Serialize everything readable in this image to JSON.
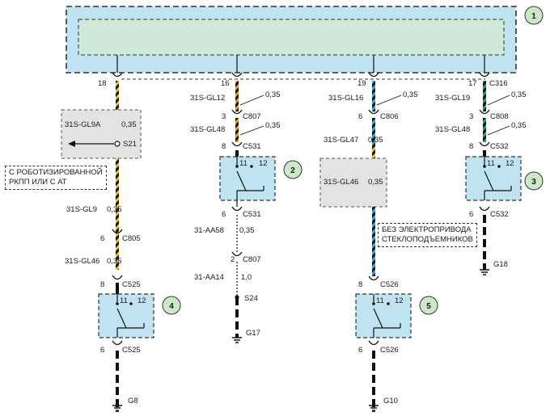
{
  "module": {
    "number": "1",
    "pins": [
      "18",
      "16",
      "19",
      "17"
    ],
    "connector": "C316"
  },
  "notes": {
    "robotized": [
      "С РОБОТИЗИРОВАННОЙ",
      "РКПП ИЛИ С АТ"
    ],
    "no_power_windows": [
      "БЕЗ ЭЛЕКТРОПРИВОДА",
      "СТЕКЛОПОДЪЕМНИКОВ"
    ]
  },
  "column1": {
    "wire1": "31S-GL9A",
    "size1": "0,35",
    "splice": "S21",
    "wire2": "31S-GL9",
    "size2": "0,35",
    "pin_c805": "6",
    "c805": "C805",
    "wire3": "31S-GL46",
    "size3": "0,35",
    "pin_c525a": "8",
    "c525a": "C525",
    "switch_number": "4",
    "t11": "11",
    "t12": "12",
    "pin_c525b": "6",
    "c525b": "C525",
    "ground": "G8"
  },
  "column2": {
    "wire1": "31S-GL12",
    "size1": "0,35",
    "pin_c807a": "3",
    "c807a": "C807",
    "wire2": "31S-GL48",
    "size2": "0,35",
    "pin_c531a": "8",
    "c531a": "C531",
    "switch_number": "2",
    "t11": "11",
    "t12": "12",
    "pin_c531b": "6",
    "c531b": "C531",
    "wire3": "31-AA58",
    "size3": "0,35",
    "pin_c807b": "2",
    "c807b": "C807",
    "wire4": "31-AA14",
    "size4": "1,0",
    "splice": "S24",
    "ground": "G17"
  },
  "column3": {
    "wire1": "31S-GL16",
    "size1": "0,35",
    "pin_c806": "6",
    "c806": "C806",
    "wire2": "31S-GL47",
    "size2": "0,35",
    "wire3": "31S-GL46",
    "size3": "0,35",
    "pin_c526a": "8",
    "c526a": "C526",
    "switch_number": "5",
    "t11": "11",
    "t12": "12",
    "pin_c526b": "6",
    "c526b": "C526",
    "ground": "G10"
  },
  "column4": {
    "wire1": "31S-GL19",
    "size1": "0,35",
    "pin_c808": "3",
    "c808": "C808",
    "wire2": "31S-GL48",
    "size2": "0,35",
    "pin_c532a": "8",
    "c532a": "C532",
    "switch_number": "3",
    "t11": "11",
    "t12": "12",
    "pin_c532b": "6",
    "c532b": "C532",
    "ground": "G18"
  },
  "colors": {
    "module_fill": "#bfe3f1",
    "module_inner": "#cfe9d8",
    "switch_fill": "#bfe3f1",
    "gray_box": "#e3e3e3",
    "wire_black": "#111111",
    "stripe_orange": "#f39a1d",
    "stripe_yellow": "#f2c22a",
    "stripe_blue": "#3aa7df",
    "stripe_green": "#2aa35a"
  }
}
